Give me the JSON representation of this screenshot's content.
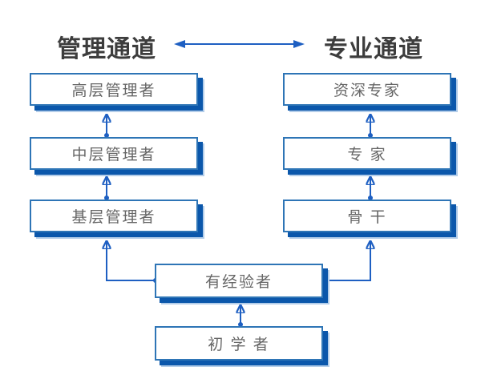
{
  "diagram": {
    "left_title": "管理通道",
    "right_title": "专业通道",
    "management_track": [
      "高层管理者",
      "中层管理者",
      "基层管理者"
    ],
    "professional_track": [
      "资深专家",
      "专 家",
      "骨 干"
    ],
    "common_track": [
      "有经验者",
      "初 学 者"
    ],
    "colors": {
      "arrow_blue": "#1e5fc2",
      "box_border_blue": "#2e75b6",
      "box_shadow_blue": "#0b57ab",
      "title_text": "#3d3d3d",
      "box_text": "#666666",
      "background": "#ffffff"
    }
  }
}
